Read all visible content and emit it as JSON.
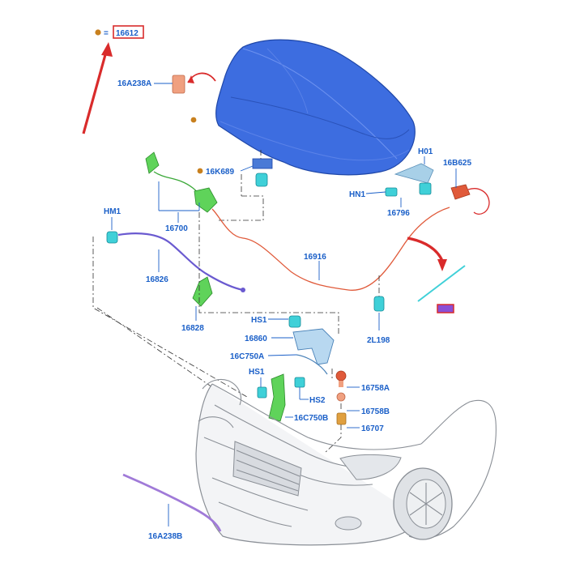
{
  "diagram": {
    "index_key": {
      "equals": "=",
      "part_no": "16612"
    },
    "colors": {
      "hood": "#3d6de0",
      "label": "#1a5fc8",
      "highlight": "#d92b2b",
      "cable": "#e05a3a",
      "clip_green": "#5fd35a",
      "clip_teal": "#3fd0d8",
      "seal": "#a07ad8"
    },
    "callouts": {
      "hood_insulator": "16A238A",
      "hood_bumper": "16K689",
      "hinge_h01": "H01",
      "hinge_bracket": "16B625",
      "hinge_hn1": "HN1",
      "hinge_assy": "16796",
      "hm1": "HM1",
      "latch_cable": "16700",
      "prop_rod": "16826",
      "release_cable": "16916",
      "prop_clip": "16828",
      "lock_2l198": "2L198",
      "hs1_upper": "HS1",
      "support": "16860",
      "bracket_a": "16C750A",
      "hs1_lower": "HS1",
      "hs2": "HS2",
      "bracket_b": "16C750B",
      "bumper_a": "16758A",
      "bumper_b": "16758B",
      "striker": "16707",
      "seal_front": "16A238B"
    },
    "icons": {
      "callout_dot": "bullet-dot-icon",
      "pointer": "red-arrow-icon"
    }
  }
}
